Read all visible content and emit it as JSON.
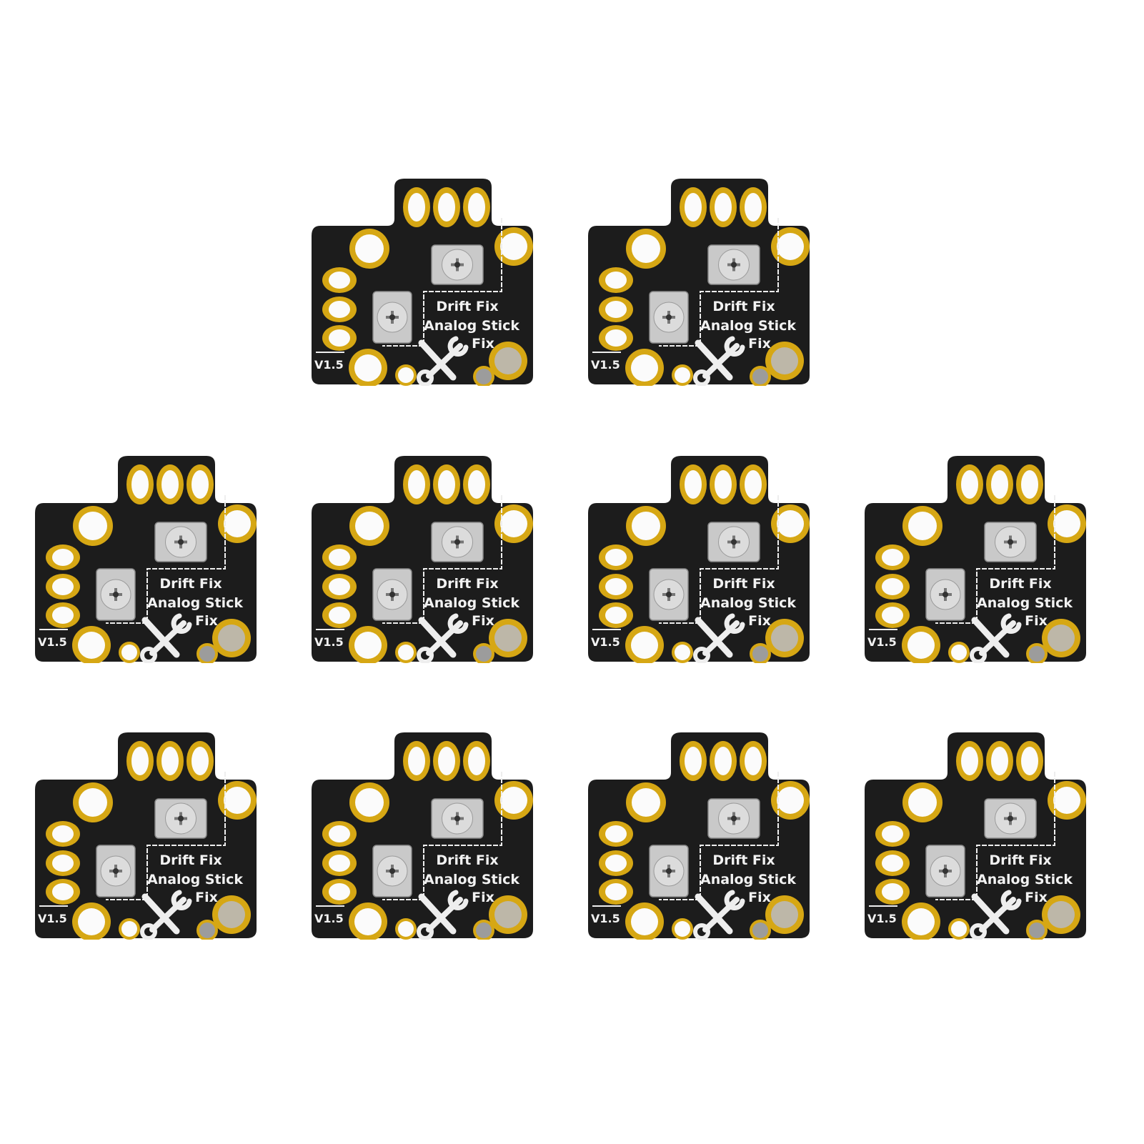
{
  "colors": {
    "board": "#1c1c1c",
    "gold": "#d6a714",
    "hole": "#fbfbfb",
    "silk": "#eeeeee",
    "pot": "#c9c9c9"
  },
  "boards": [
    {
      "title": "Drift Fix",
      "subtitle": "Analog Stick",
      "fix": "Fix",
      "version": "V1.5",
      "icon": "wrench-screwdriver-icon"
    },
    {
      "title": "Drift Fix",
      "subtitle": "Analog Stick",
      "fix": "Fix",
      "version": "V1.5",
      "icon": "wrench-screwdriver-icon"
    },
    {
      "title": "Drift Fix",
      "subtitle": "Analog Stick",
      "fix": "Fix",
      "version": "V1.5",
      "icon": "wrench-screwdriver-icon"
    },
    {
      "title": "Drift Fix",
      "subtitle": "Analog Stick",
      "fix": "Fix",
      "version": "V1.5",
      "icon": "wrench-screwdriver-icon"
    },
    {
      "title": "Drift Fix",
      "subtitle": "Analog Stick",
      "fix": "Fix",
      "version": "V1.5",
      "icon": "wrench-screwdriver-icon"
    },
    {
      "title": "Drift Fix",
      "subtitle": "Analog Stick",
      "fix": "Fix",
      "version": "V1.5",
      "icon": "wrench-screwdriver-icon"
    },
    {
      "title": "Drift Fix",
      "subtitle": "Analog Stick",
      "fix": "Fix",
      "version": "V1.5",
      "icon": "wrench-screwdriver-icon"
    },
    {
      "title": "Drift Fix",
      "subtitle": "Analog Stick",
      "fix": "Fix",
      "version": "V1.5",
      "icon": "wrench-screwdriver-icon"
    },
    {
      "title": "Drift Fix",
      "subtitle": "Analog Stick",
      "fix": "Fix",
      "version": "V1.5",
      "icon": "wrench-screwdriver-icon"
    },
    {
      "title": "Drift Fix",
      "subtitle": "Analog Stick",
      "fix": "Fix",
      "version": "V1.5",
      "icon": "wrench-screwdriver-icon"
    }
  ]
}
